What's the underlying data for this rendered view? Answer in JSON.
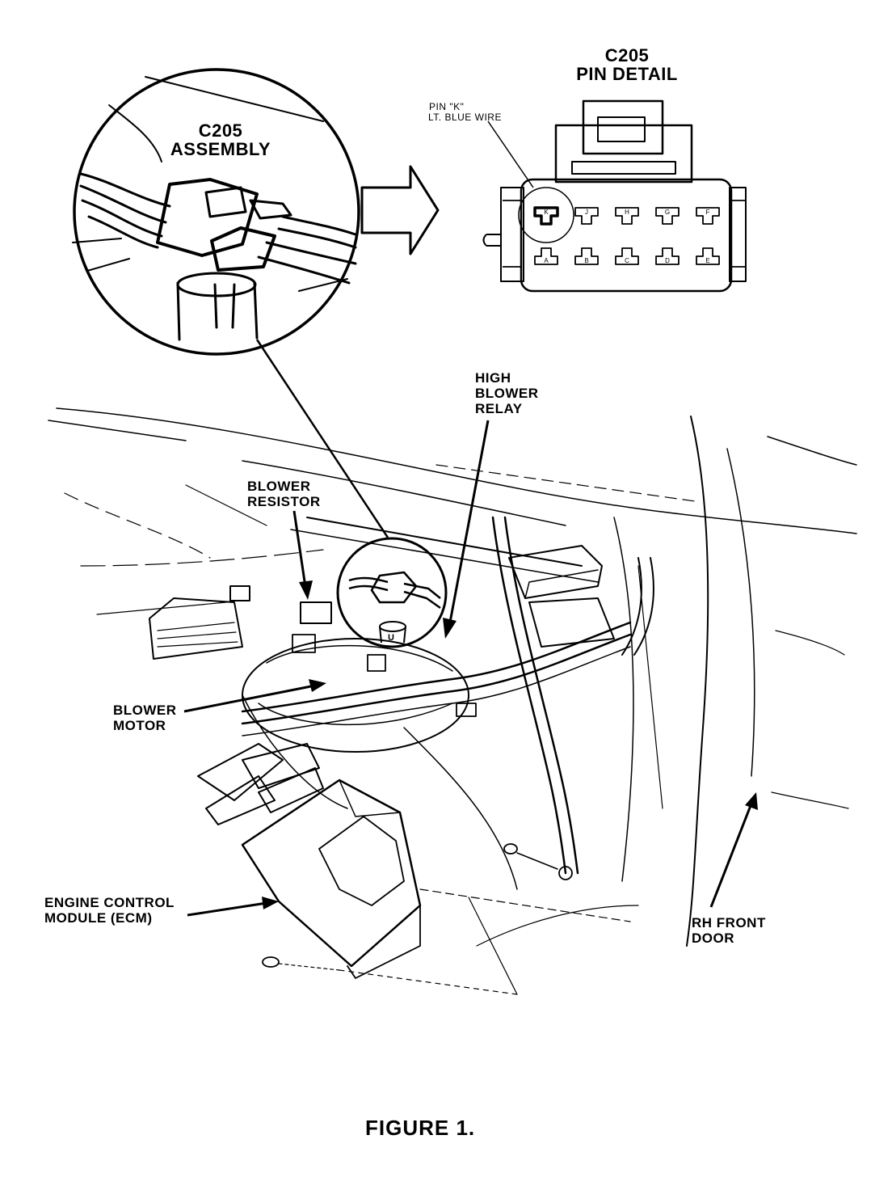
{
  "figure_caption": "FIGURE 1.",
  "labels": {
    "c205_assembly": [
      "C205",
      "ASSEMBLY"
    ],
    "c205_pin_detail": [
      "C205",
      "PIN DETAIL"
    ],
    "pin_k_note": [
      "PIN \"K\"",
      "LT. BLUE WIRE"
    ],
    "high_blower_relay": [
      "HIGH",
      "BLOWER",
      "RELAY"
    ],
    "blower_resistor": [
      "BLOWER",
      "RESISTOR"
    ],
    "blower_motor": [
      "BLOWER",
      "MOTOR"
    ],
    "ecm": [
      "ENGINE CONTROL",
      "MODULE (ECM)"
    ],
    "rh_front_door": [
      "RH FRONT",
      "DOOR"
    ]
  },
  "connector_pins": {
    "top_row": [
      "K",
      "J",
      "H",
      "G",
      "F"
    ],
    "bottom_row": [
      "A",
      "B",
      "C",
      "D",
      "E"
    ],
    "highlighted": "K"
  },
  "callout_marker": "U"
}
